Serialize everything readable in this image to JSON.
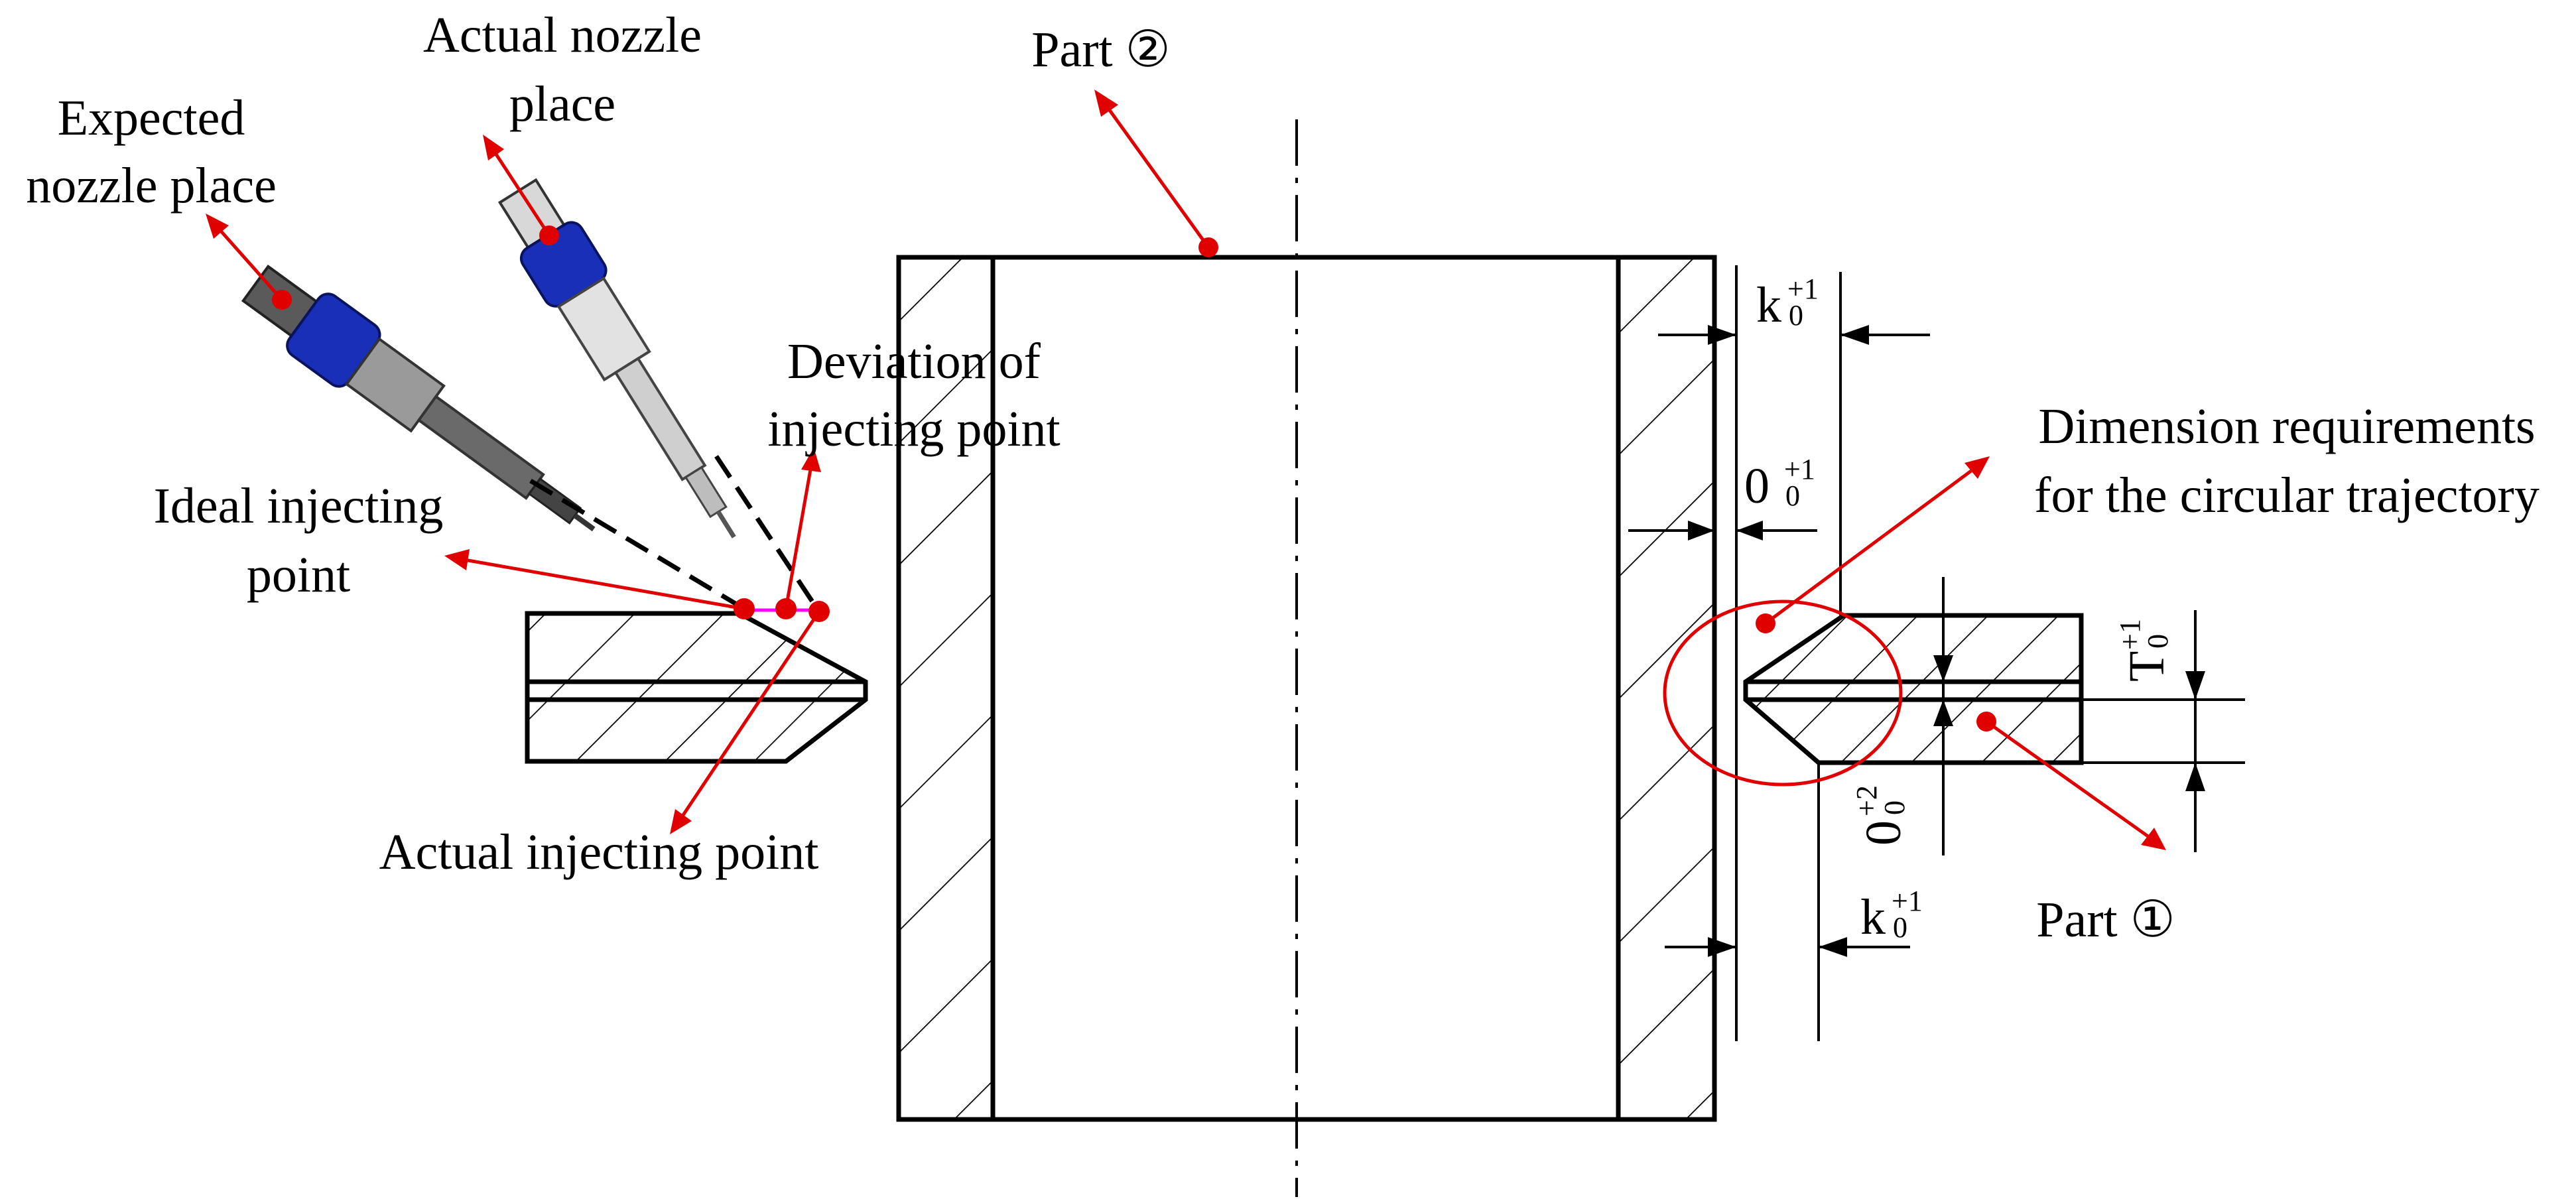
{
  "labels": {
    "expected_nozzle_line1": "Expected",
    "expected_nozzle_line2": "nozzle place",
    "actual_nozzle_line1": "Actual nozzle",
    "actual_nozzle_line2": "place",
    "part2": "Part ②",
    "deviation_line1": "Deviation of",
    "deviation_line2": "injecting point",
    "ideal_line1": "Ideal injecting",
    "ideal_line2": "point",
    "actual_injecting": "Actual injecting point",
    "dimension_line1": "Dimension requirements",
    "dimension_line2": "for the circular trajectory",
    "part1": "Part ①"
  },
  "dimensions": {
    "k_top_base": "k",
    "k_top_sup": "+1",
    "k_top_sub": "0",
    "zero_mid_base": "0",
    "zero_mid_sup": "+1",
    "zero_mid_sub": "0",
    "t_base": "T",
    "t_sup": "+1",
    "t_sub": "0",
    "zero_low_base": "0",
    "zero_low_sup": "+2",
    "zero_low_sub": "0",
    "k_low_base": "k",
    "k_low_sup": "+1",
    "k_low_sub": "0"
  },
  "colors": {
    "annotation": "#e00000",
    "nozzle_blue": "#1a2fb8",
    "nozzle_grey": "#9a9a9a",
    "deviation_segment": "#ff00ff"
  }
}
